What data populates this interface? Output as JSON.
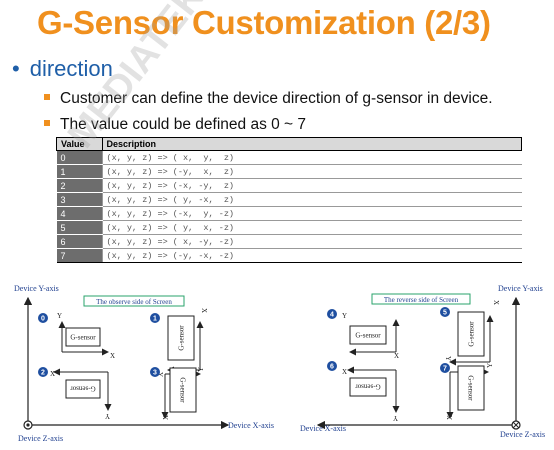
{
  "title": "G-Sensor Customization (2/3)",
  "bullet": {
    "dot": "•",
    "text": "direction"
  },
  "sub_bullets": [
    "Customer can define the device direction of g-sensor in device.",
    "The value could be defined as 0 ~ 7"
  ],
  "table": {
    "headers": [
      "Value",
      "Description"
    ],
    "rows": [
      {
        "value": "0",
        "desc": "(x, y, z) => ( x,  y,  z)"
      },
      {
        "value": "1",
        "desc": "(x, y, z) => (-y,  x,  z)"
      },
      {
        "value": "2",
        "desc": "(x, y, z) => (-x, -y,  z)"
      },
      {
        "value": "3",
        "desc": "(x, y, z) => ( y, -x,  z)"
      },
      {
        "value": "4",
        "desc": "(x, y, z) => (-x,  y, -z)"
      },
      {
        "value": "5",
        "desc": "(x, y, z) => ( y,  x, -z)"
      },
      {
        "value": "6",
        "desc": "(x, y, z) => ( x, -y, -z)"
      },
      {
        "value": "7",
        "desc": "(x, y, z) => (-y, -x, -z)"
      }
    ]
  },
  "diagram": {
    "left": {
      "device_y_axis": "Device Y-axis",
      "device_x_axis": "Device X-axis",
      "device_z_axis": "Device Z-axis",
      "screen_label": "The observe side of Screen"
    },
    "right": {
      "device_y_axis": "Device Y-axis",
      "device_x_axis": "Device X-axis",
      "device_z_axis": "Device Z-axis",
      "screen_label": "The reverse side of Screen"
    },
    "chip_label": "G-sensor",
    "markers": [
      "0",
      "1",
      "2",
      "3",
      "4",
      "5",
      "6",
      "7"
    ],
    "axis_x": "X",
    "axis_y": "Y"
  },
  "watermark": "MEDIATEK CONFIDENTIAL yang@neostra.cn USE ONLY",
  "colors": {
    "title": "#f0901e",
    "bullet": "#1f5fa8",
    "marker": "#1f4fa0",
    "screen_box": "#2aa36b"
  }
}
